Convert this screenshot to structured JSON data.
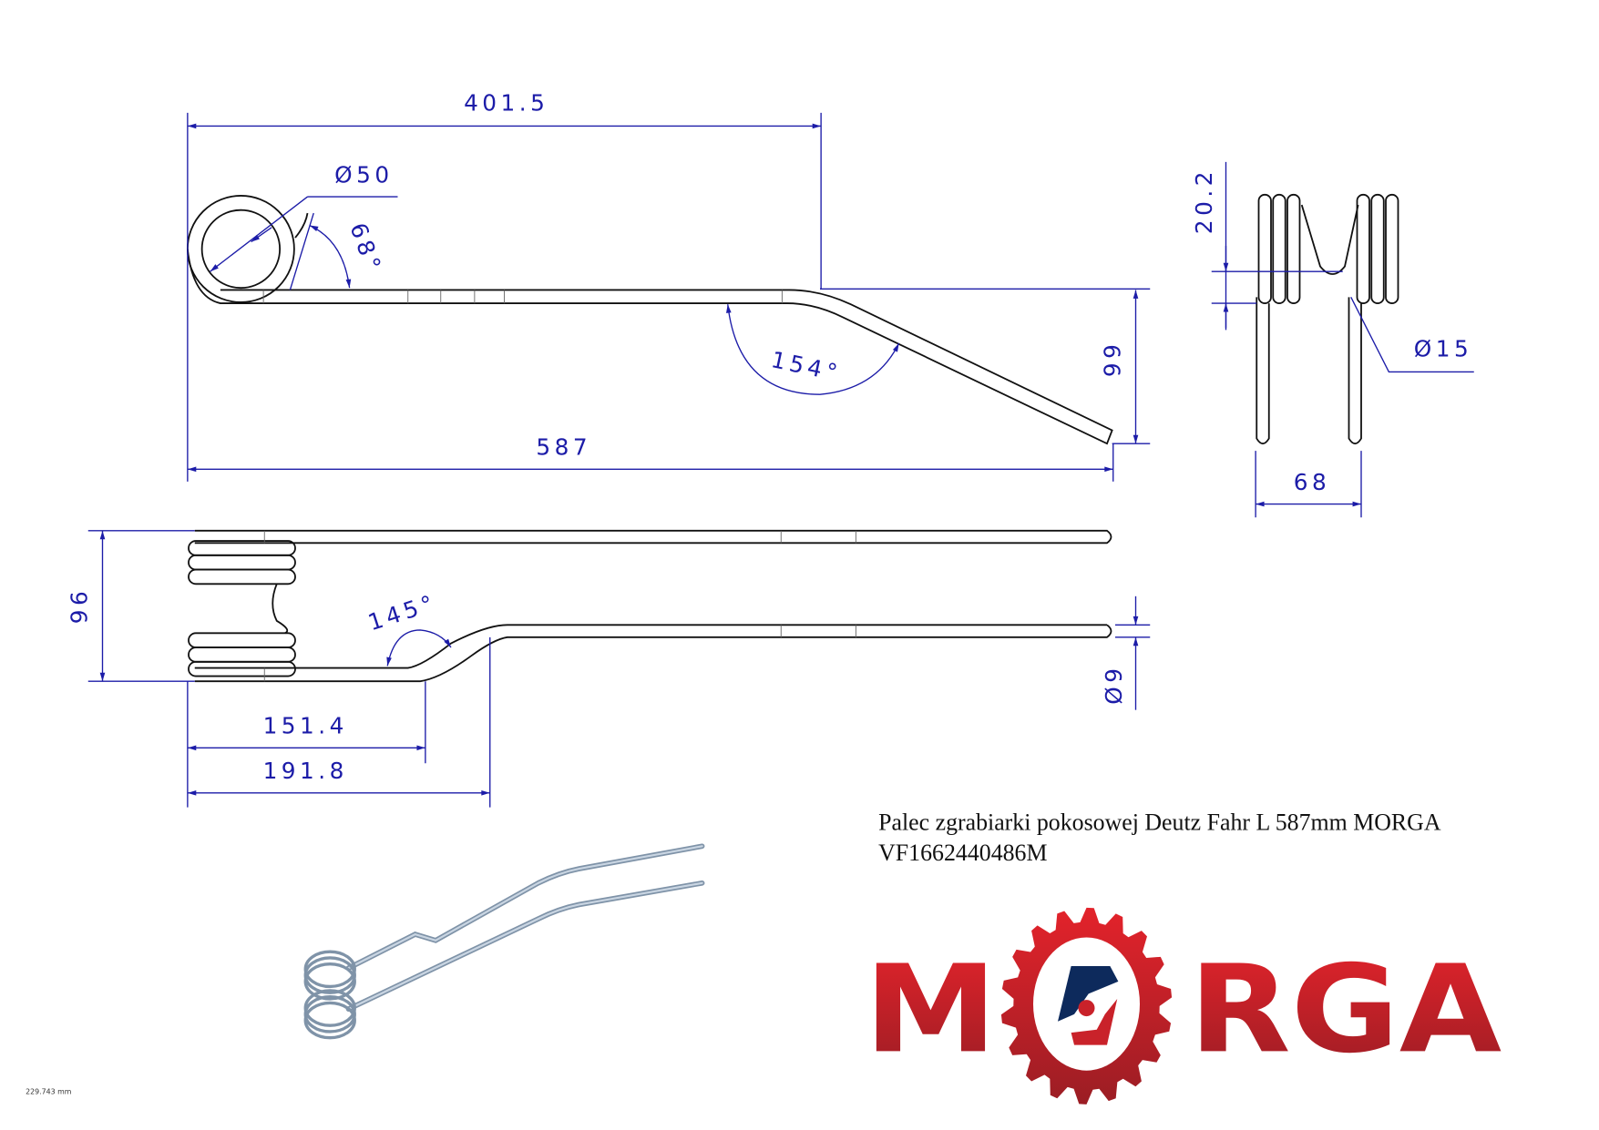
{
  "dimensions": {
    "top_length": "401.5",
    "coil_diameter": "Ø50",
    "coil_angle": "68°",
    "bend_angle": "154°",
    "drop_height": "99",
    "total_length": "587",
    "coil_width": "20.2",
    "wire_bend_diameter": "Ø15",
    "leg_spacing": "68",
    "overall_width": "96",
    "lower_bend_angle": "145°",
    "wire_diameter": "Ø9",
    "straight_section": "151.4",
    "bend_end": "191.8"
  },
  "title": {
    "line1": "Palec zgrabiarki pokosowej Deutz Fahr L 587mm MORGA",
    "line2": "VF1662440486M"
  },
  "scale_note": "229.743 mm",
  "logo": {
    "text_left": "M",
    "text_right": "RGA",
    "brand": "MORGA"
  },
  "colors": {
    "dimension": "#1c1ca8",
    "logo_red": "#d8232a",
    "logo_dark_red": "#9b1d24",
    "logo_blue": "#0d2a5c"
  }
}
